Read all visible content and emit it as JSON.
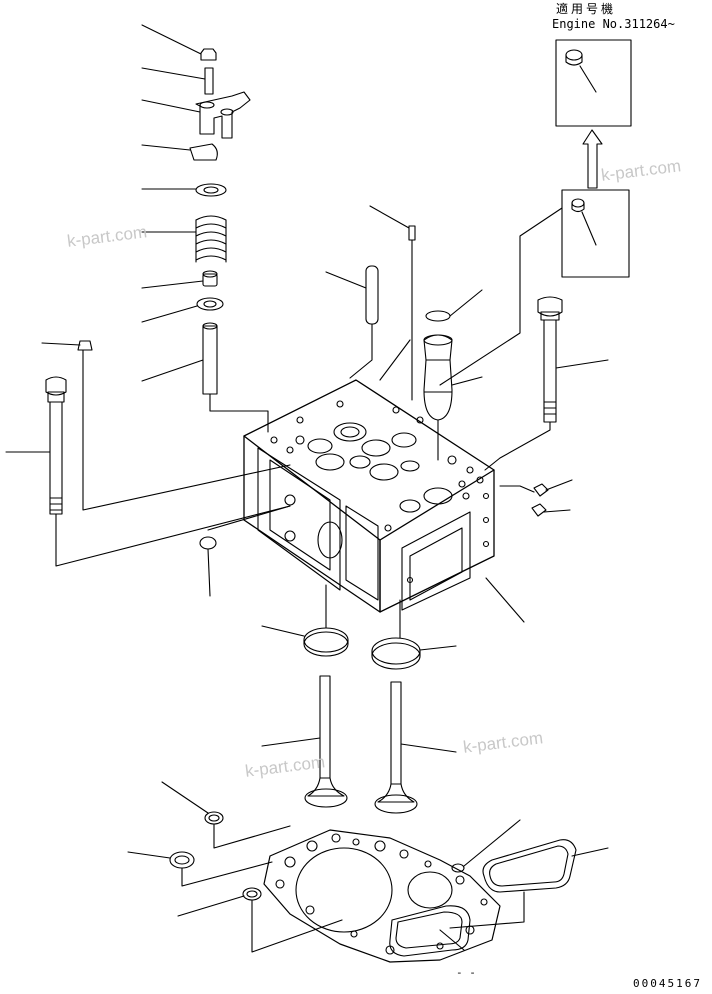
{
  "header": {
    "applicable_label": "適用号機",
    "engine_label": "Engine No.311264~"
  },
  "watermarks": [
    "k-part.com",
    "k-part.com",
    "k-part.com"
  ],
  "drawing_code": "00045167",
  "partial_text": "- -"
}
